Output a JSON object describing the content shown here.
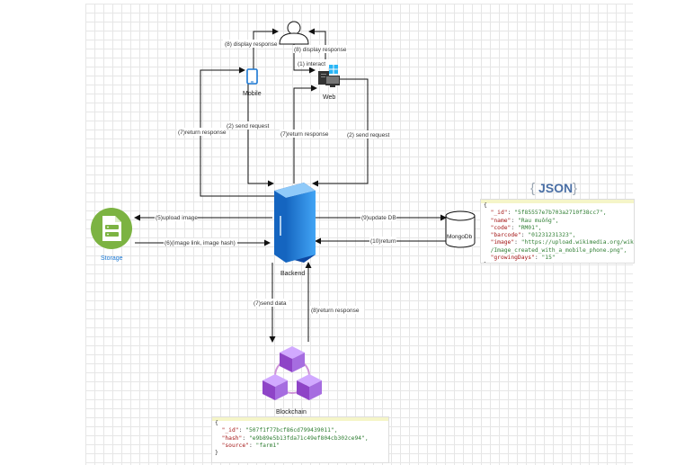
{
  "nodes": {
    "user": "",
    "mobile": "Mobile",
    "web": "Web",
    "backend": "Backend",
    "storage": "Storage",
    "mongodb": "MongoDb",
    "blockchain": "Blockchain"
  },
  "edges": {
    "display_response_left": "(8) display response",
    "display_response_right": "(8) display response",
    "interact": "(1) interact",
    "return_response_mobile": "(7)return response",
    "send_request_mobile": "(2) send request",
    "return_response_web": "(7)return response",
    "send_request_web": "(2) send request",
    "upload_image": "(5)upload image",
    "image_link_hash": "(6)(image link, image hash)",
    "update_db": "(9)update DB",
    "return_db": "(10)return",
    "send_data": "(7)send data",
    "return_response_chain": "(8)return response"
  },
  "json_badge": {
    "brace_open": "{",
    "text": "JSON",
    "brace_close": "}"
  },
  "mongo_record": {
    "open": "{",
    "lines": [
      {
        "key": "\"_id\"",
        "value": "\"5f85557e7b703a2710f38cc7\","
      },
      {
        "key": "\"name\"",
        "value": "\"Rau muống\","
      },
      {
        "key": "\"code\"",
        "value": "\"RM01\","
      },
      {
        "key": "\"barcode\"",
        "value": "\"01231231323\","
      },
      {
        "key": "\"image\"",
        "value": "\"https://upload.wikimedia.org/wik"
      },
      {
        "key": "",
        "value": "/Image_created_with_a_mobile_phone.png\","
      },
      {
        "key": "\"growingDays\"",
        "value": "\"15\""
      }
    ],
    "close": "}"
  },
  "chain_record": {
    "open": "{",
    "lines": [
      {
        "key": "\"_id\"",
        "value": "\"507f1f77bcf86cd799439011\","
      },
      {
        "key": "\"hash\"",
        "value": "\"e9b89e5b13fda71c49ef804cb302ce94\","
      },
      {
        "key": "\"source\"",
        "value": "\"farm1\""
      }
    ],
    "close": "}"
  },
  "colors": {
    "storage_green": "#7cb342",
    "server_blue": "#1e88e5",
    "chain_purple": "#9c5de0",
    "mobile_blue": "#1976d2",
    "json_badge": "#4a6fa5"
  }
}
